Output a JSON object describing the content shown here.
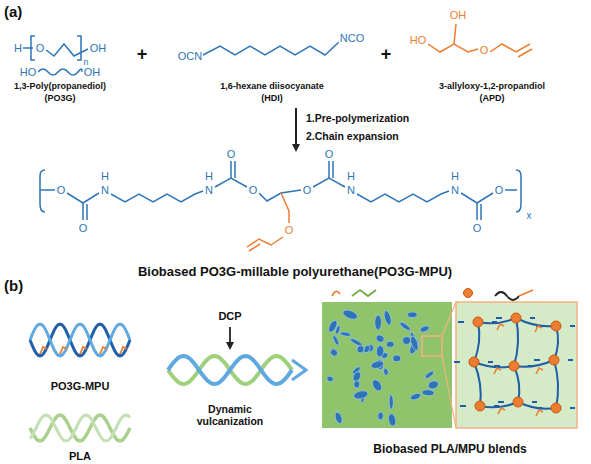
{
  "diagram": {
    "labels": [
      "(a)",
      "H",
      "O",
      "n",
      "OH",
      "HO",
      "OH",
      "1,3-Poly(propanediol)",
      "(PO3G)",
      "+",
      "OCN",
      "NCO",
      "1,6-hexane diisocyanate",
      "(HDI)",
      "+",
      "HO",
      "OH",
      "O",
      "3-allyloxy-1,2-propandiol",
      "(APD)",
      "1.Pre-polymerization",
      "2.Chain expansion",
      "O",
      "O",
      "N",
      "H",
      "N",
      "H",
      "O",
      "O",
      "O",
      "O",
      "O",
      "N",
      "H",
      "N",
      "H",
      "O",
      "O",
      "x",
      "Biobased PO3G-millable polyurethane(PO3G-MPU)",
      "(b)",
      "PO3G-MPU",
      "PLA",
      "DCP",
      "Dynamic vulcanization",
      "Biobased PLA/MPU blends"
    ]
  }
}
